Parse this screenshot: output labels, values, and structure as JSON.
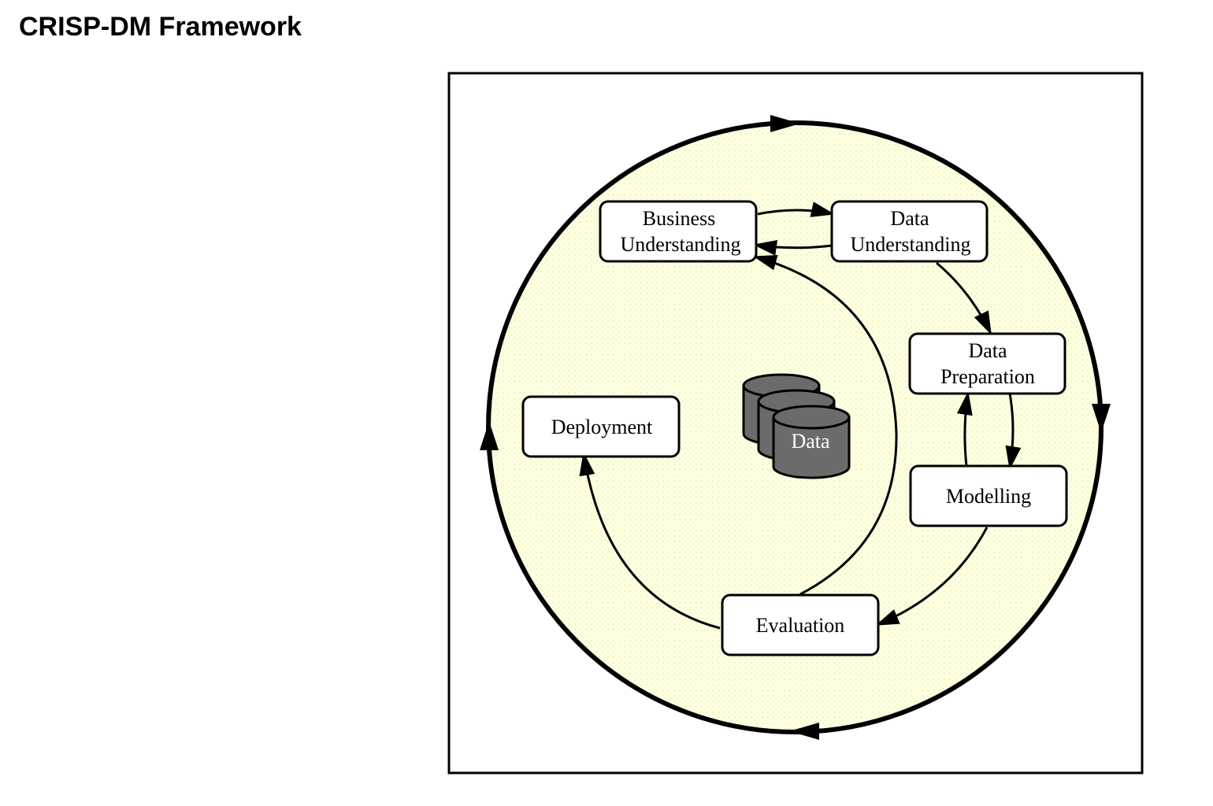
{
  "page": {
    "title": "CRISP-DM Framework"
  },
  "diagram": {
    "colors": {
      "background": "#ffffff",
      "circle_fill": "#fefee0",
      "circle_dots": "#f2f2c8",
      "stroke": "#000000",
      "node_fill": "#ffffff",
      "database_fill": "#6b6b6b"
    },
    "nodes": {
      "business_understanding": {
        "line1": "Business",
        "line2": "Understanding"
      },
      "data_understanding": {
        "line1": "Data",
        "line2": "Understanding"
      },
      "data_preparation": {
        "line1": "Data",
        "line2": "Preparation"
      },
      "modelling": {
        "line1": "Modelling"
      },
      "evaluation": {
        "line1": "Evaluation"
      },
      "deployment": {
        "line1": "Deployment"
      }
    },
    "database": {
      "label": "Data"
    },
    "edges": [
      {
        "from": "Business Understanding",
        "to": "Data Understanding"
      },
      {
        "from": "Data Understanding",
        "to": "Business Understanding"
      },
      {
        "from": "Data Understanding",
        "to": "Data Preparation"
      },
      {
        "from": "Data Preparation",
        "to": "Modelling"
      },
      {
        "from": "Modelling",
        "to": "Data Preparation"
      },
      {
        "from": "Modelling",
        "to": "Evaluation"
      },
      {
        "from": "Evaluation",
        "to": "Business Understanding"
      },
      {
        "from": "Evaluation",
        "to": "Deployment"
      }
    ],
    "outer_cycle": "clockwise"
  }
}
